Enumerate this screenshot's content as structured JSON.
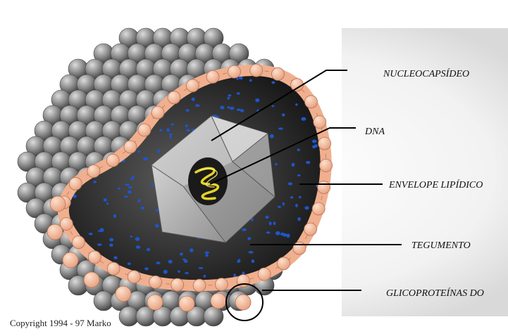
{
  "labels": {
    "nucleocapsid": "NUCLEOCAPSÍDEO",
    "dna": "DNA",
    "envelope": "ENVELOPE LIPÍDICO",
    "tegument": "TEGUMENTO",
    "glycoproteins": "GLICOPROTEÍNAS DO"
  },
  "copyright": "Copyright 1994 - 97 Marko",
  "colors": {
    "capsomer": "#8d8d8d",
    "envelope": "#f0b08f",
    "tegument_dots": "#1f55c9",
    "capsid": "#b5b5b5",
    "dna": "#e6d12a"
  }
}
